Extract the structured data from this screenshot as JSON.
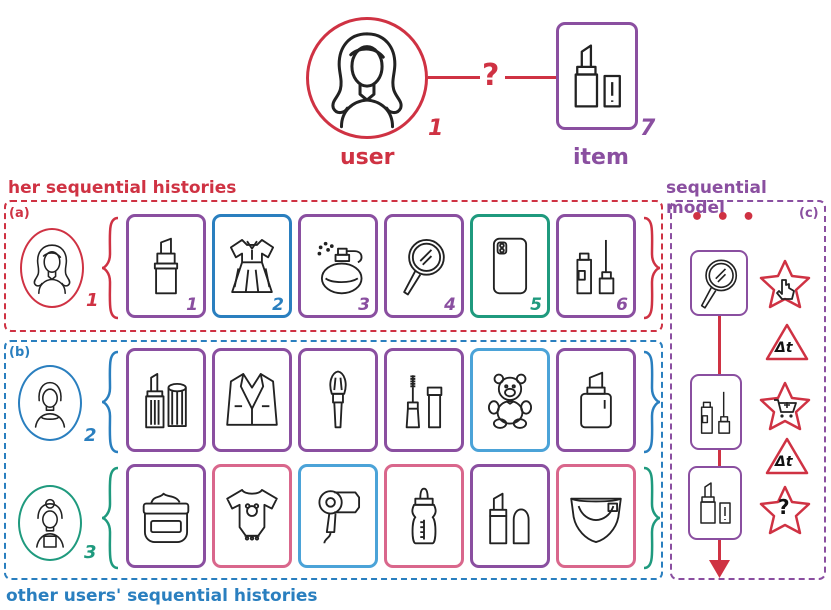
{
  "colors": {
    "red": "#cf3243",
    "purple": "#8a4fa0",
    "blue": "#2a7fbf",
    "lightblue": "#4ba3d8",
    "teal": "#1f9a7e",
    "pink": "#d9678c"
  },
  "top": {
    "user_label": "user",
    "user_number": "1",
    "item_label": "item",
    "item_number": "7",
    "question": "?",
    "user_icon": "woman-curly-hair-icon",
    "item_icon": "lipstick-icon"
  },
  "titles": {
    "her_histories": "her sequential histories",
    "sequential_model": "sequential model",
    "other_histories": "other users' sequential histories"
  },
  "panels": {
    "a": {
      "tag": "(a)",
      "user_number": "1",
      "items": [
        {
          "icon": "lipstick-icon",
          "number": "1",
          "color": "purple"
        },
        {
          "icon": "dress-icon",
          "number": "2",
          "color": "blue"
        },
        {
          "icon": "perfume-icon",
          "number": "3",
          "color": "purple"
        },
        {
          "icon": "hand-mirror-icon",
          "number": "4",
          "color": "purple"
        },
        {
          "icon": "smartphone-icon",
          "number": "5",
          "color": "teal"
        },
        {
          "icon": "makeup-bottles-icon",
          "number": "6",
          "color": "purple"
        }
      ]
    },
    "b": {
      "tag": "(b)",
      "user2_number": "2",
      "user3_number": "3",
      "row2_items": [
        {
          "icon": "lipstick-tubes-icon",
          "color": "purple"
        },
        {
          "icon": "blazer-icon",
          "color": "purple"
        },
        {
          "icon": "makeup-brush-icon",
          "color": "purple"
        },
        {
          "icon": "mascara-icon",
          "color": "purple"
        },
        {
          "icon": "teddy-bear-icon",
          "color": "lightblue"
        },
        {
          "icon": "foundation-bottle-icon",
          "color": "purple"
        }
      ],
      "row3_items": [
        {
          "icon": "cream-jar-icon",
          "color": "purple"
        },
        {
          "icon": "baby-onesie-icon",
          "color": "pink"
        },
        {
          "icon": "hair-dryer-icon",
          "color": "lightblue"
        },
        {
          "icon": "baby-bottle-icon",
          "color": "pink"
        },
        {
          "icon": "lipsticks-icon",
          "color": "purple"
        },
        {
          "icon": "diaper-icon",
          "color": "pink"
        }
      ]
    },
    "c": {
      "tag": "(c)",
      "ellipsis": "• • •",
      "delta1": "Δt",
      "delta2": "Δt",
      "question": "?",
      "seq_items": [
        {
          "icon": "hand-mirror-icon"
        },
        {
          "icon": "makeup-bottles-icon"
        },
        {
          "icon": "lipstick-icon"
        }
      ],
      "badges": [
        {
          "icon": "click-star-icon"
        },
        {
          "icon": "time-interval-triangle-icon"
        },
        {
          "icon": "add-to-cart-star-icon"
        },
        {
          "icon": "time-interval-triangle-icon"
        },
        {
          "icon": "question-star-icon"
        }
      ]
    }
  }
}
